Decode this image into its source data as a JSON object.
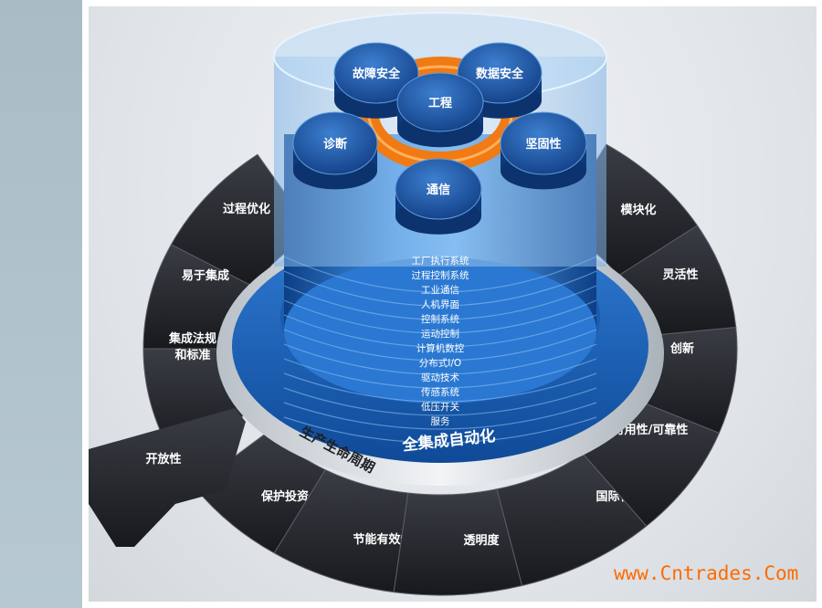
{
  "core": {
    "top": [
      "故障安全",
      "数据安全",
      "工程",
      "诊断",
      "坚固性",
      "通信"
    ],
    "layers": [
      "工厂执行系统",
      "过程控制系统",
      "工业通信",
      "人机界面",
      "控制系统",
      "运动控制",
      "计算机数控",
      "分布式I/O",
      "驱动技术",
      "传感系统",
      "低压开关",
      "服务"
    ],
    "base_label": "全集成自动化",
    "lifecycle_label": "生产生命周期"
  },
  "ring": {
    "segments": [
      "过程优化",
      "易于集成",
      "集成法规\n和标准",
      "保护投资",
      "节能有效性",
      "透明度",
      "国际化",
      "可用性/可靠性",
      "创新",
      "灵活性",
      "模块化"
    ],
    "detached": "开放性"
  },
  "watermark": "www.Cntrades.Com",
  "colors": {
    "ring_dark": "#222429",
    "core_blue": "#1c5ca8",
    "highlight_orange": "#f07a14",
    "watermark": "#ff6a00"
  }
}
